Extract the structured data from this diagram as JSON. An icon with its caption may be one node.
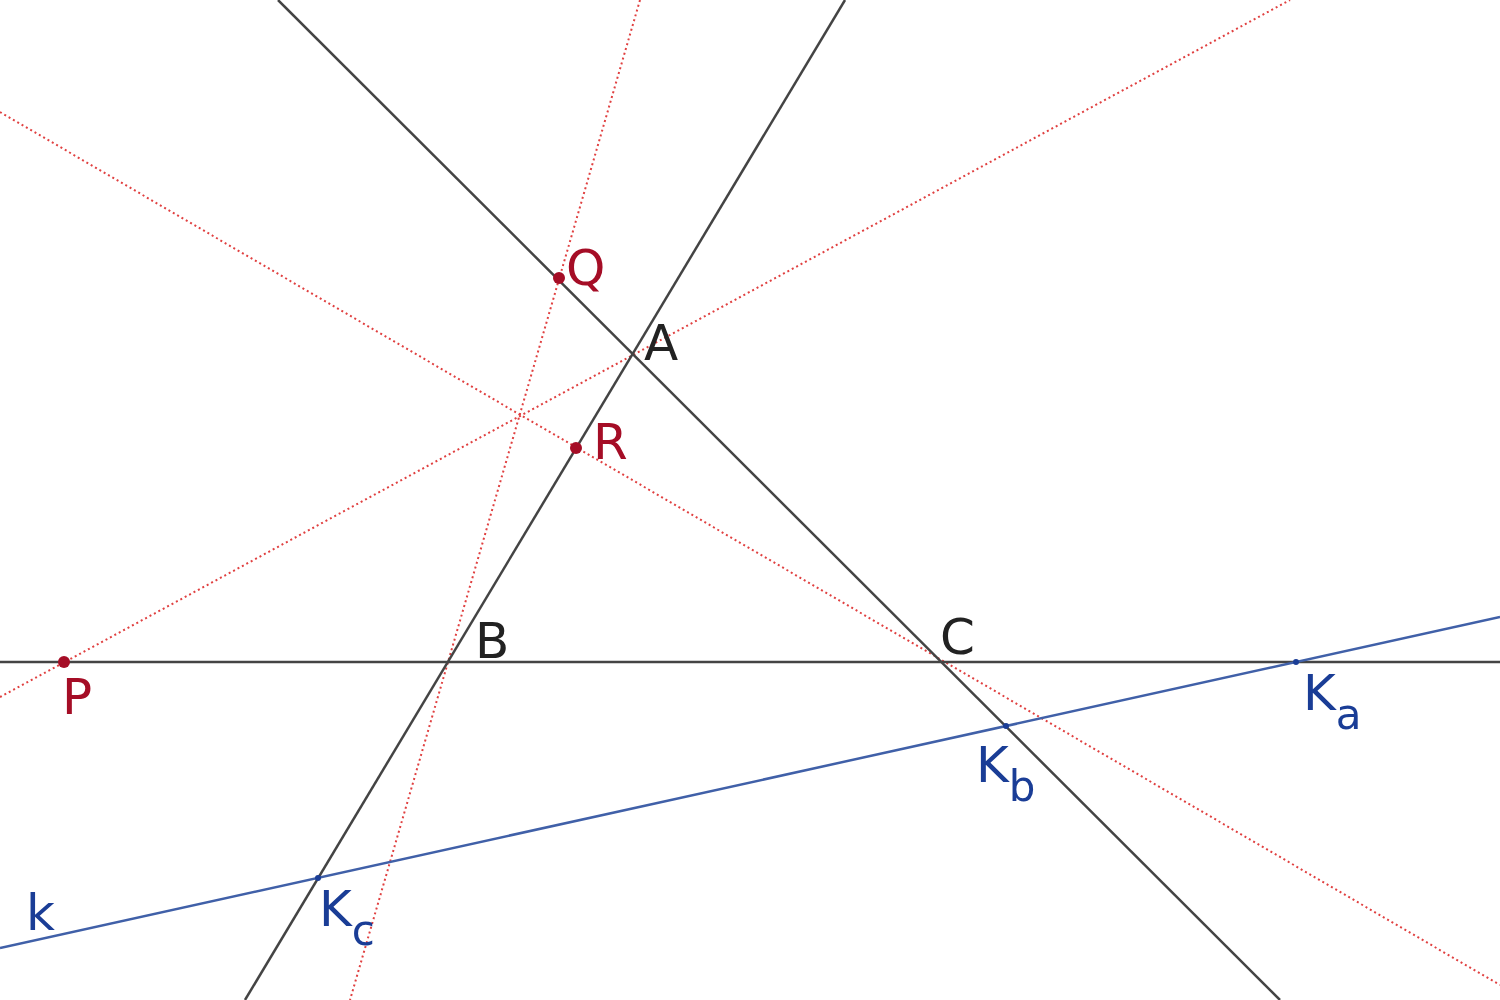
{
  "diagram": {
    "labels": [
      "Q",
      "A",
      "R",
      "B",
      "C",
      "P",
      "K$_{a}$",
      "K$_{b}$",
      "K$_{c}$",
      "k"
    ]
  }
}
